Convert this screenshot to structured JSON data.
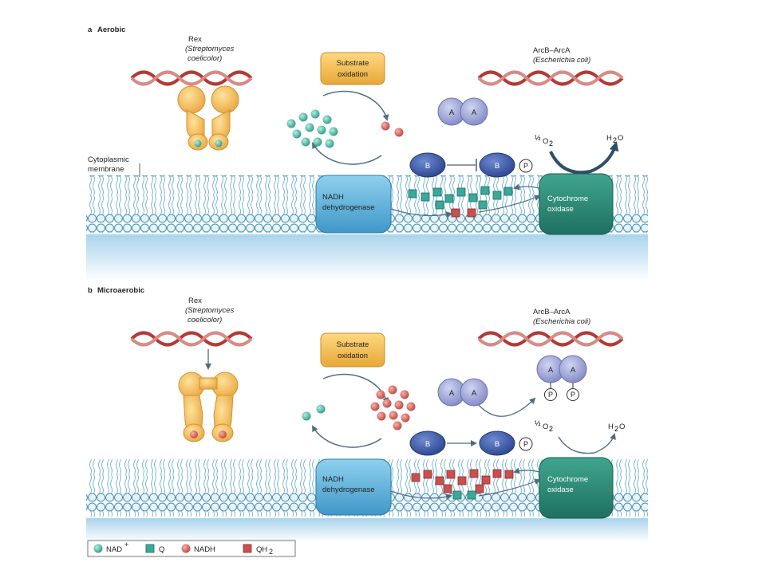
{
  "panels": [
    {
      "letter": "a",
      "title": "Aerobic",
      "rex": {
        "name": "Rex",
        "species1": "(Streptomyces",
        "species2": "coelicolor)"
      },
      "arc": {
        "name": "ArcB–ArcA",
        "species": "(Escherichia coli)"
      },
      "substrate": [
        "Substrate",
        "oxidation"
      ],
      "nadh_dh": [
        "NADH",
        "dehydrogenase"
      ],
      "cyt": [
        "Cytochrome",
        "oxidase"
      ],
      "membrane_label": [
        "Cytoplasmic",
        "membrane"
      ],
      "o2": {
        "frac": "½",
        "sym": "O",
        "sub": "2"
      },
      "h2o": {
        "sym": "H",
        "sub": "2",
        "tail": "O"
      },
      "A": "A",
      "B": "B",
      "P": "P"
    },
    {
      "letter": "b",
      "title": "Microaerobic",
      "rex": {
        "name": "Rex",
        "species1": "(Streptomyces",
        "species2": "coelicolor)"
      },
      "arc": {
        "name": "ArcB–ArcA",
        "species": "(Escherichia coli)"
      },
      "substrate": [
        "Substrate",
        "oxidation"
      ],
      "nadh_dh": [
        "NADH",
        "dehydrogenase"
      ],
      "cyt": [
        "Cytochrome",
        "oxidase"
      ],
      "o2": {
        "frac": "½",
        "sym": "O",
        "sub": "2"
      },
      "h2o": {
        "sym": "H",
        "sub": "2",
        "tail": "O"
      },
      "A": "A",
      "B": "B",
      "P": "P"
    }
  ],
  "legend": [
    {
      "symbol": "NAD",
      "sup": "+",
      "sub": ""
    },
    {
      "symbol": "Q",
      "sup": "",
      "sub": ""
    },
    {
      "symbol": "NADH",
      "sup": "",
      "sub": ""
    },
    {
      "symbol": "QH",
      "sup": "",
      "sub": "2"
    }
  ],
  "colors": {
    "nad": "#3aa89a",
    "q": "#3aa89a",
    "nadh": "#c9504e",
    "qh2": "#c9504e",
    "nadh_dh": "#5ab2d8",
    "cyt_oxidase": "#2e8a78",
    "substrate": "#f2b848",
    "rex": "#f3be58",
    "arc_a": "#9aa3d2",
    "arc_b": "#3c5ba8",
    "cytoplasm": "#bfe0f0",
    "dna_red": "#b23a35"
  }
}
